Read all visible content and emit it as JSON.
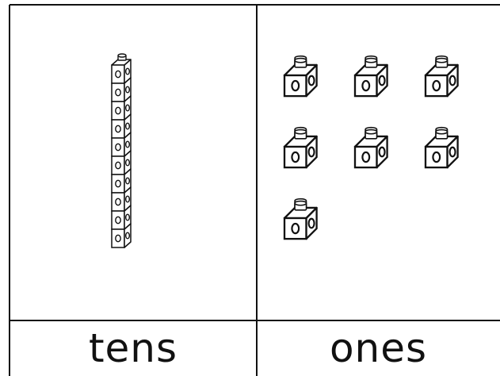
{
  "columns": [
    {
      "key": "tens",
      "label": "tens",
      "count": 1
    },
    {
      "key": "ones",
      "label": "ones",
      "count": 7
    }
  ],
  "blocks_per_rod": 10,
  "colors": {
    "line": "#111111",
    "background": "#ffffff"
  },
  "icons": {
    "rod": "ten-rod-icon",
    "cube": "unit-cube-icon"
  }
}
